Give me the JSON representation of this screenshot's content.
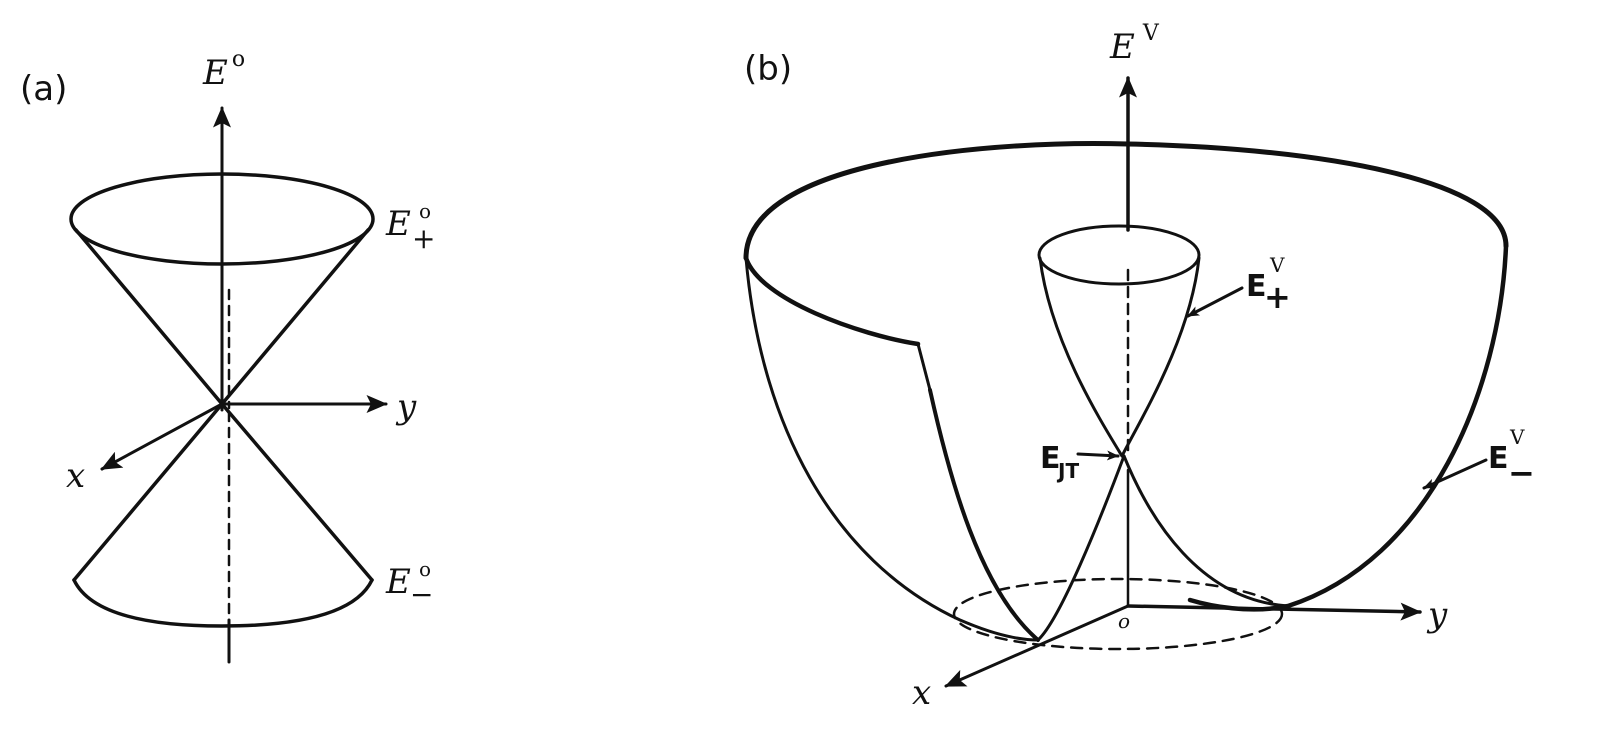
{
  "panels": {
    "a": {
      "label": "(a)",
      "axis_e": {
        "base": "E",
        "sup": "o"
      },
      "axis_x": "x",
      "axis_y": "y",
      "surface_upper": {
        "base": "E",
        "sup": "o",
        "sub": "+"
      },
      "surface_lower": {
        "base": "E",
        "sup": "o",
        "sub": "−"
      }
    },
    "b": {
      "label": "(b)",
      "axis_e": {
        "base": "E",
        "sup": "V"
      },
      "axis_x": "x",
      "axis_y": "y",
      "origin": "o",
      "surface_upper": {
        "base": "E",
        "sup": "V",
        "sub": "+"
      },
      "surface_lower": {
        "base": "E",
        "sup": "V",
        "sub": "−"
      },
      "jt_energy": {
        "base": "E",
        "sub": "JT"
      }
    }
  }
}
